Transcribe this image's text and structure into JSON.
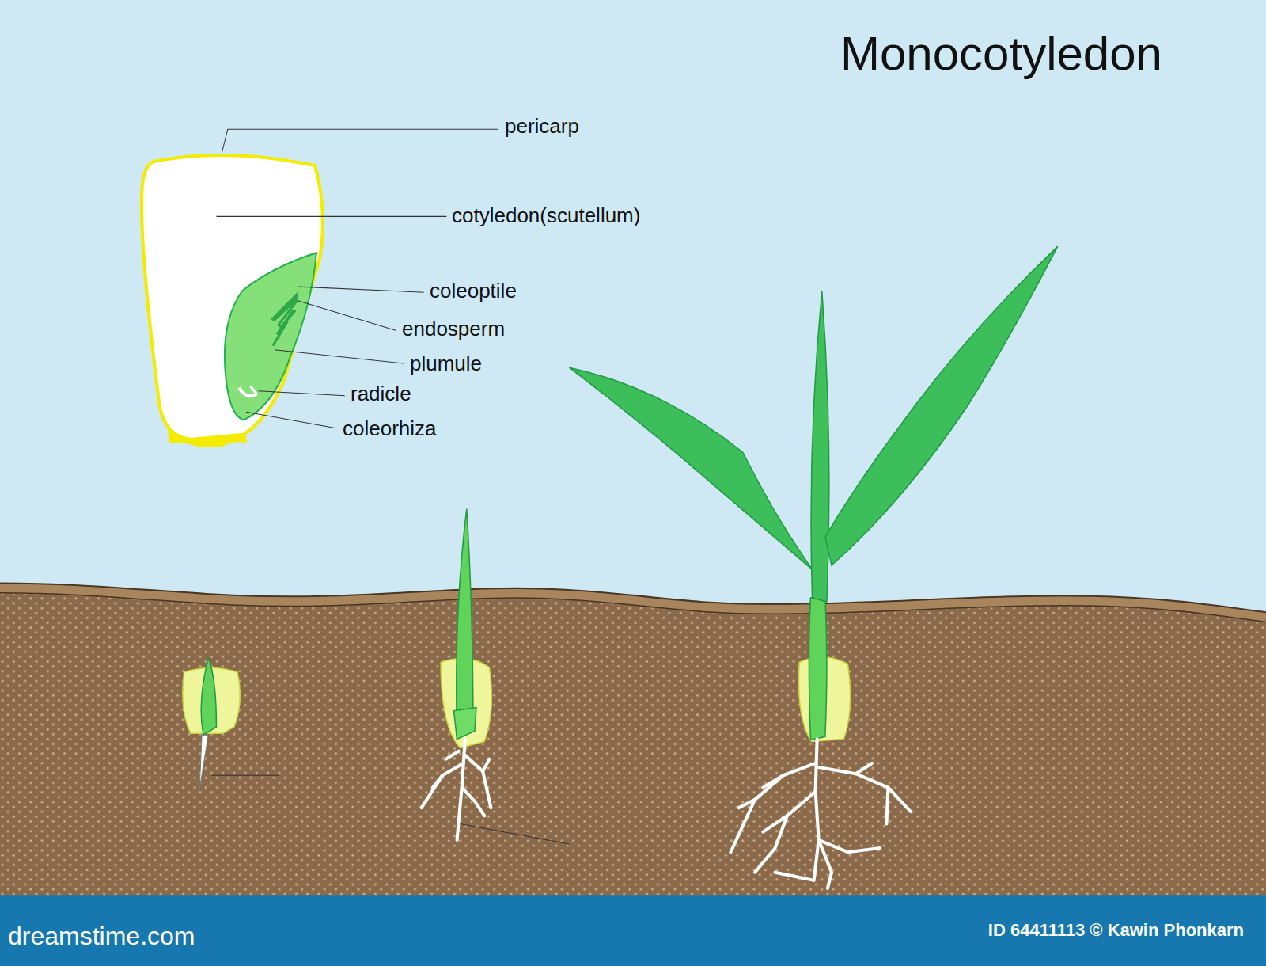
{
  "diagram": {
    "title": "Monocotyledon",
    "labels": [
      "pericarp",
      "cotyledon(scutellum)",
      "coleoptile",
      "endosperm",
      "plumule",
      "radicle",
      "coleorhiza",
      "dreamstime.com",
      "ID 64411113 © Kawin Phonkarn"
    ]
  }
}
